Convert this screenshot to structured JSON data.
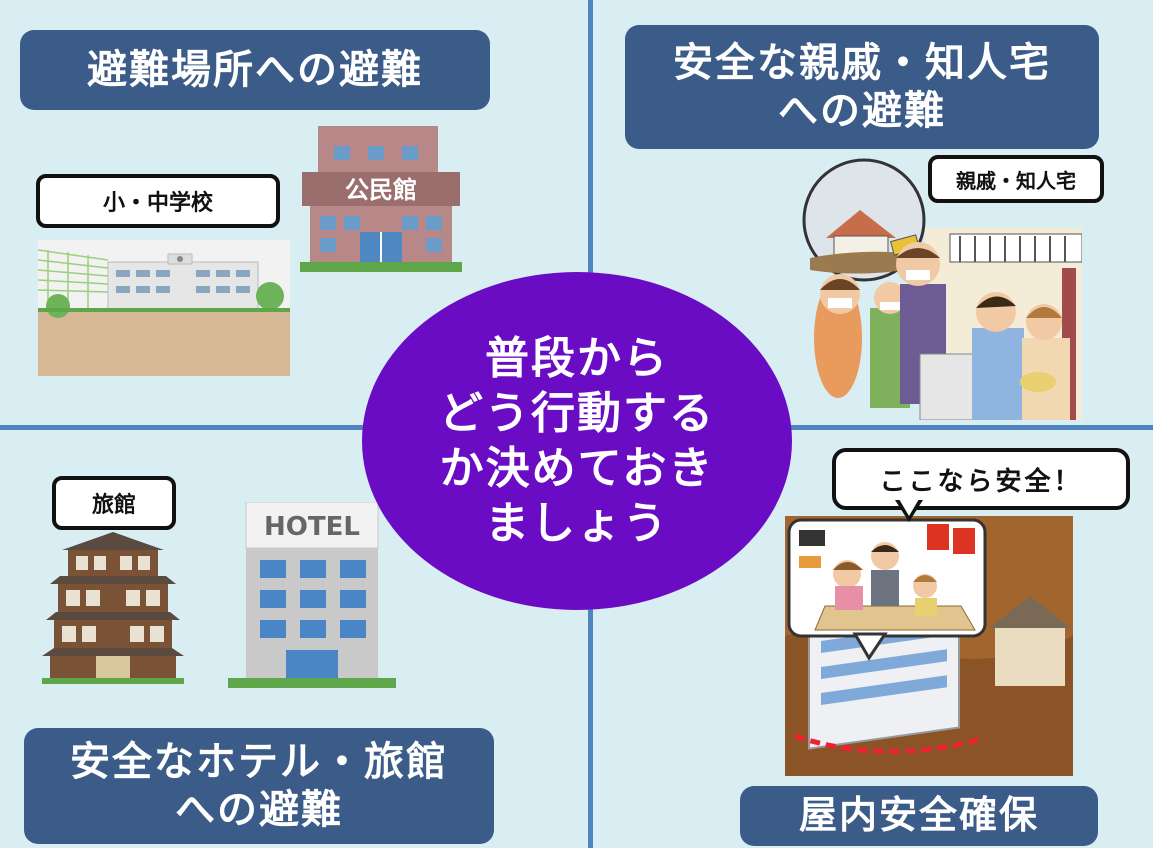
{
  "center_message": "普段から\nどう行動する\nか決めておき\nましょう",
  "quadrants": {
    "top_left": {
      "title": "避難場所への避難",
      "label_school": "小・中学校",
      "sign_building": "公民館"
    },
    "top_right": {
      "title": "安全な親戚・知人宅\nへの避難",
      "label_house": "親戚・知人宅"
    },
    "bottom_left": {
      "title": "安全なホテル・旅館\nへの避難",
      "label_ryokan": "旅館",
      "sign_hotel": "HOTEL"
    },
    "bottom_right": {
      "title": "屋内安全確保",
      "speech": "ここなら安全！"
    }
  },
  "colors": {
    "background": "#d9eef3",
    "title_box": "#3b5b88",
    "divider": "#4f86bf",
    "center": "#6a0cc4"
  }
}
